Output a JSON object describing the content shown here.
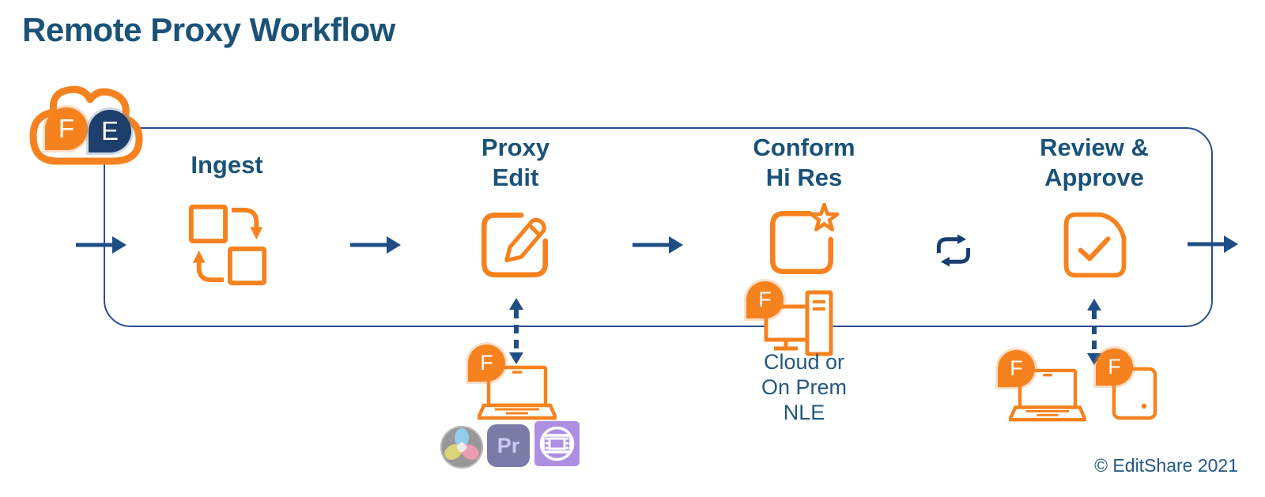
{
  "title": "Remote Proxy Workflow",
  "cloud": {
    "icon": "flex-cloud-icon",
    "pin_f": "F",
    "pin_e": "E"
  },
  "steps": [
    {
      "lines": [
        "Ingest"
      ],
      "icon": "sync-squares-icon"
    },
    {
      "lines": [
        "Proxy",
        "Edit"
      ],
      "icon": "edit-square-pencil-icon"
    },
    {
      "lines": [
        "Conform",
        "Hi Res"
      ],
      "icon": "star-square-icon"
    },
    {
      "lines": [
        "Review &",
        "Approve"
      ],
      "icon": "document-check-icon"
    }
  ],
  "connectors": {
    "entry_arrow": "arrow-right-icon",
    "between_arrows": "arrow-right-icon",
    "exchange": "sync-loop-icon",
    "proxy_link": "dashed-double-arrow-icon",
    "review_link": "dashed-double-arrow-icon",
    "exit_arrow": "arrow-right-icon"
  },
  "badge_f": "F",
  "proxy_devices": {
    "laptop": "laptop-icon"
  },
  "nle_apps": [
    {
      "name": "davinci-resolve-icon"
    },
    {
      "name": "premiere-pro-icon",
      "label": "Pr"
    },
    {
      "name": "avid-media-composer-icon"
    }
  ],
  "conform_devices": {
    "workstation": "desktop-workstation-icon"
  },
  "conform_note": {
    "lines": [
      "Cloud or",
      "On Prem",
      "NLE"
    ]
  },
  "review_devices": {
    "laptop": "laptop-icon",
    "tablet": "tablet-icon"
  },
  "copyright": "© EditShare 2021",
  "colors": {
    "orange": "#F6821F",
    "navy_text": "#1A5278",
    "navy_arrow": "#1D4E85",
    "navy_dark": "#1B3E6F",
    "navy_pin": "#1E3F6C",
    "box_border": "#2A4D8F",
    "note_text": "#23587F",
    "premiere_bg": "#7573A3",
    "premiere_text": "#C9C5F0",
    "avid_bg": "#A98BE3",
    "davinci_gray": "#8F8F8F"
  }
}
